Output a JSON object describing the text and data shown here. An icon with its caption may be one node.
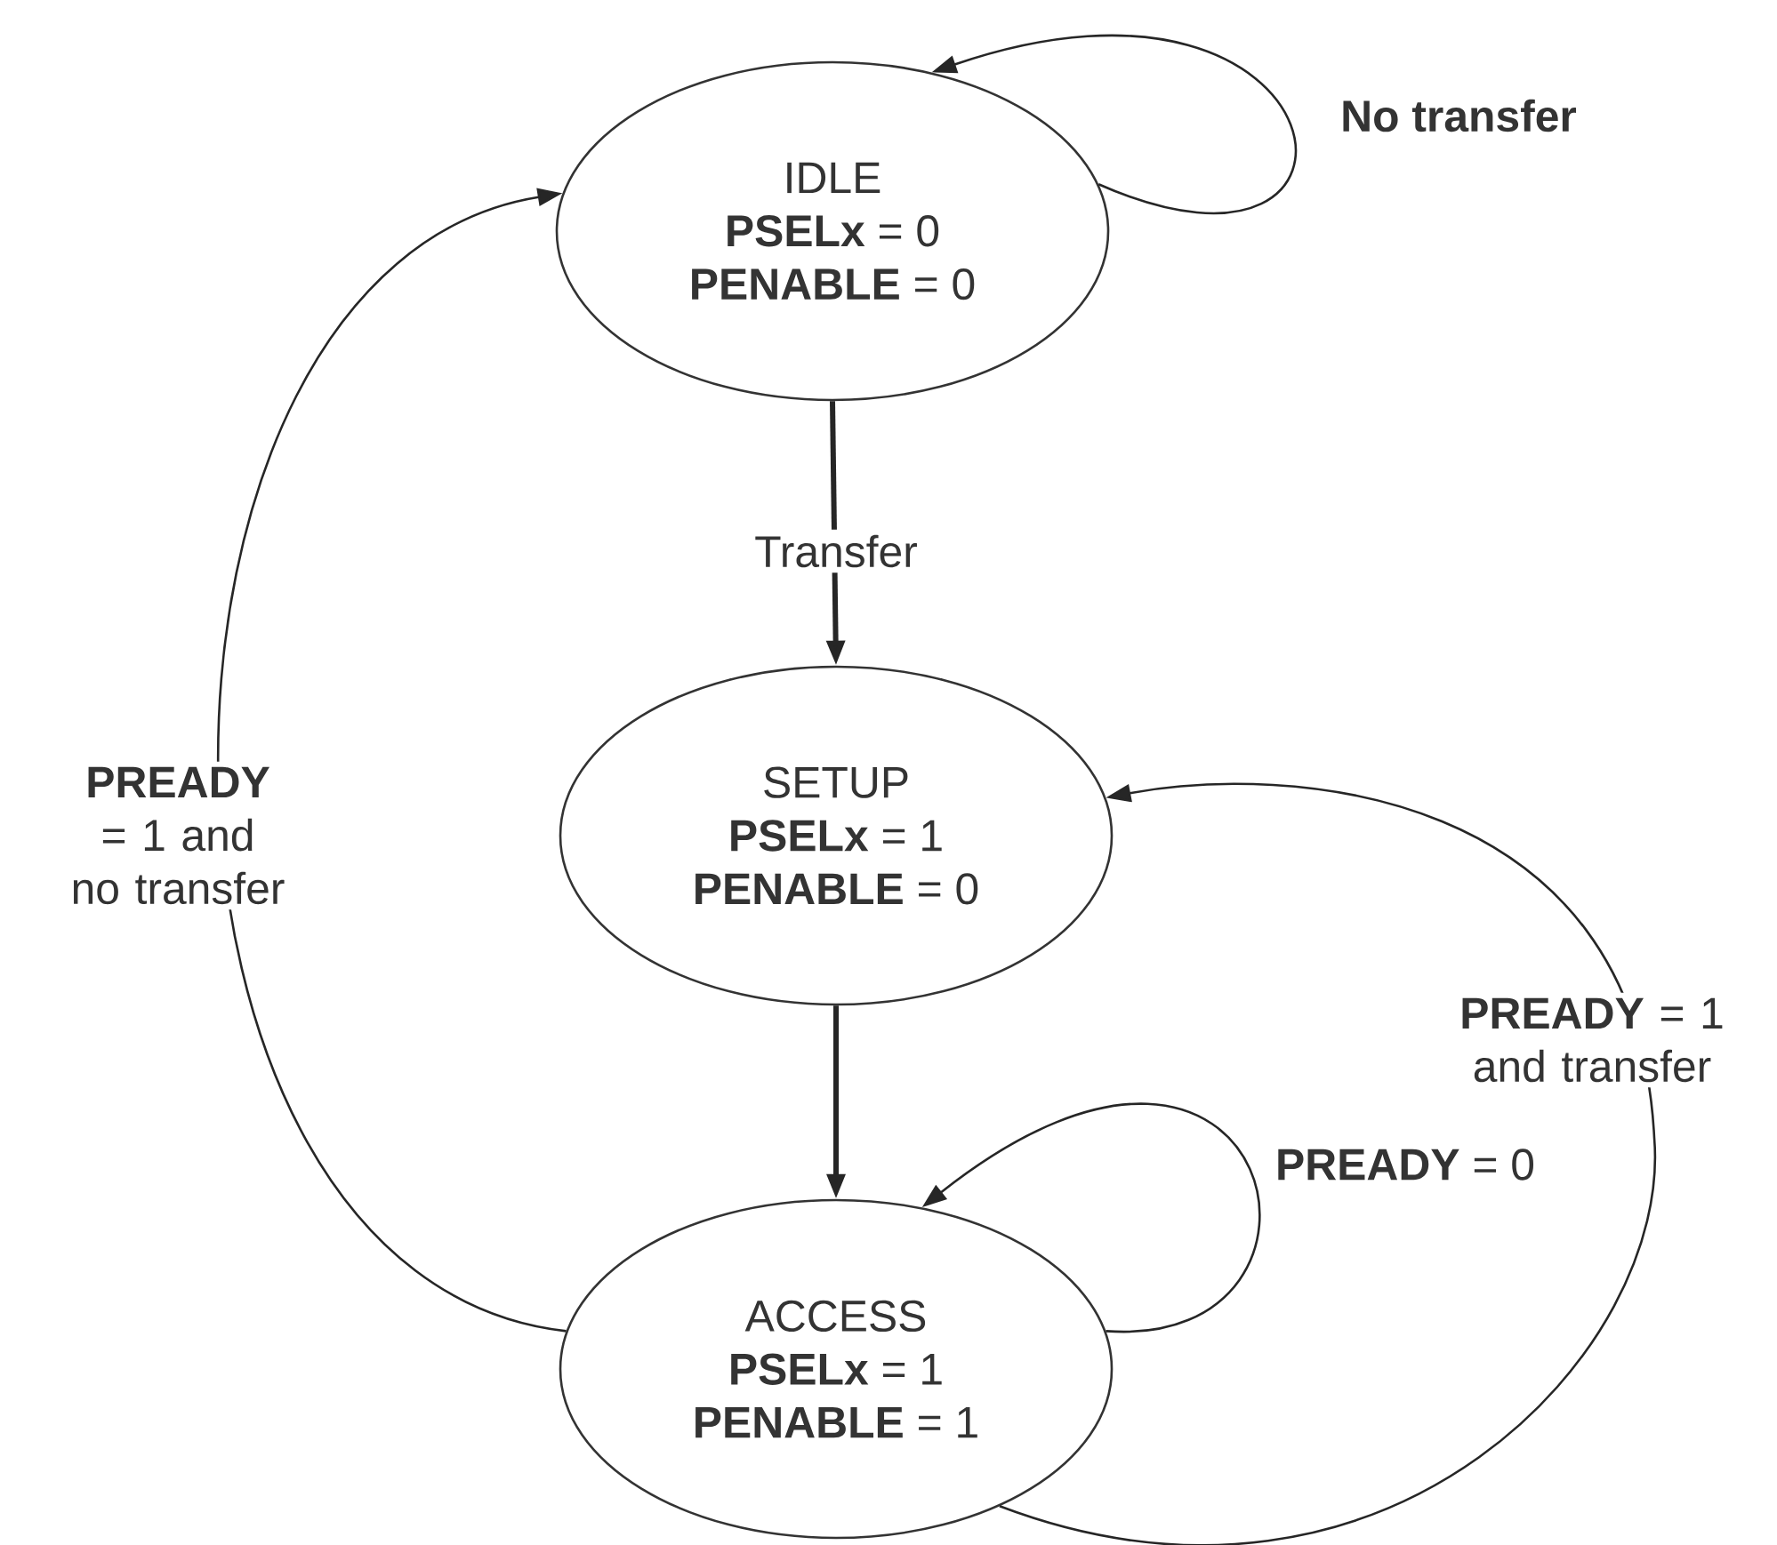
{
  "diagram": {
    "nodes": [
      {
        "text": [
          "IDLE",
          "**PSELx** = 0",
          "**PENABLE** = 0"
        ]
      },
      {
        "text": [
          "SETUP",
          "**PSELx** = 1",
          "**PENABLE** = 0"
        ]
      },
      {
        "text": [
          "ACCESS",
          "**PSELx** = 1",
          "**PENABLE** = 1"
        ]
      }
    ],
    "edges": [
      {
        "from": 0,
        "to": 0,
        "arrow": "to",
        "label": "**No transfer**"
      },
      {
        "from": 0,
        "to": 1,
        "arrow": "to",
        "label": "Transfer",
        "style": "thick"
      },
      {
        "from": 1,
        "to": 2,
        "arrow": "to",
        "style": "thick"
      },
      {
        "from": 2,
        "to": 2,
        "arrow": "to",
        "label": "**PREADY** = 0"
      },
      {
        "from": 2,
        "to": 1,
        "arrow": "to",
        "label": "**PREADY** = 1 and transfer"
      },
      {
        "from": 2,
        "to": 0,
        "arrow": "to",
        "label": "**PREADY** = 1 and no transfer"
      }
    ]
  }
}
